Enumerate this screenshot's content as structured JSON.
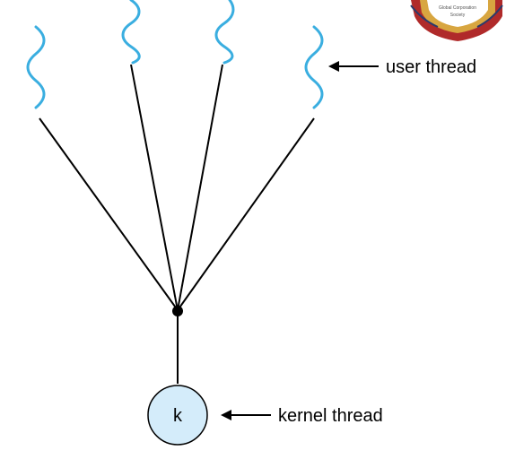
{
  "diagram": {
    "user_thread_label": "user thread",
    "kernel_thread_label": "kernel thread",
    "kernel_node_label": "k",
    "user_thread_count": 4
  },
  "logo": {
    "lines": [
      "Global Corporation",
      "Society"
    ]
  },
  "colors": {
    "thread_wave": "#3aaee0",
    "kernel_fill": "#d4ecfa",
    "stroke": "#000000",
    "logo_red": "#b02a2a",
    "logo_gold": "#d8a640",
    "logo_navy": "#2b3a6b"
  }
}
